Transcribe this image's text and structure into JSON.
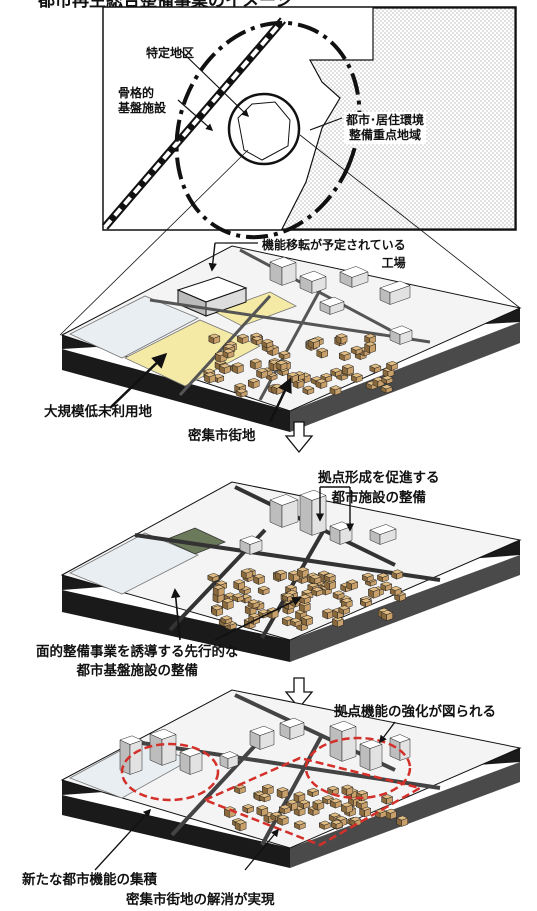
{
  "top_title": "都市再生総合整備事業のイメージ",
  "map": {
    "label_district": "特定地区",
    "label_backbone": "骨格的\n基盤施設",
    "label_priority": "都市･居住環境\n整備重点地域"
  },
  "stage1": {
    "label_factory": "機能移転が予定されている\n工場",
    "label_vacant": "大規模低未利用地",
    "label_dense": "密集市街地"
  },
  "stage2": {
    "label_hub": "拠点形成を促進する\n都市施設の整備",
    "label_infra": "面的整備事業を誘導する先行的な\n都市基盤施設の整備"
  },
  "stage3": {
    "label_strength": "拠点機能の強化が図られる",
    "label_new": "新たな都市機能の集積",
    "label_resolved": "密集市街地の解消が実現"
  },
  "colors": {
    "block_top": "#f4f4f4",
    "block_side_dark": "#1a1a1a",
    "vacant": "#f4eaa6",
    "house": "#e0bc82",
    "house_shade": "#8a6a3c",
    "water": "#e8eef2",
    "highlight_red": "#d4302a",
    "dots": "#bdbdbd"
  }
}
